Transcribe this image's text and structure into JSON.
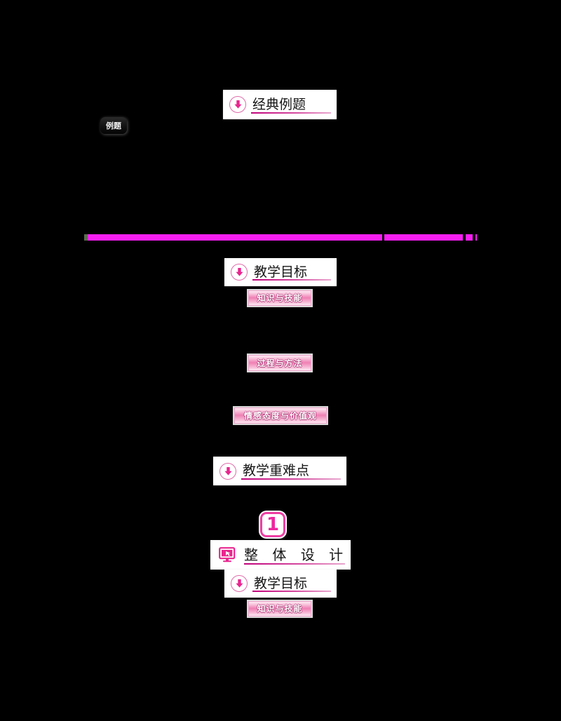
{
  "document": {
    "background_color": "#000000",
    "accent_magenta": "#f81ef2",
    "accent_pink": "#ee27a0",
    "rule_color": "#c0007a"
  },
  "sections": {
    "classic_examples": {
      "title": "经典例题",
      "icon": "download-arrow-icon"
    },
    "example_chip": {
      "label": "例题"
    },
    "teaching_goals_top": {
      "title": "教学目标",
      "icon": "download-arrow-icon",
      "badges": [
        {
          "label": "知识与技能"
        },
        {
          "label": "过程与方法"
        },
        {
          "label": "情感态度与价值观"
        }
      ]
    },
    "key_difficult_points": {
      "title": "教学重难点",
      "icon": "download-arrow-icon"
    },
    "overall_design": {
      "number": "1",
      "title": "整 体 设 计",
      "icon": "monitor-icon"
    },
    "teaching_goals_bottom": {
      "title": "教学目标",
      "icon": "download-arrow-icon",
      "badges": [
        {
          "label": "知识与技能"
        }
      ]
    }
  }
}
